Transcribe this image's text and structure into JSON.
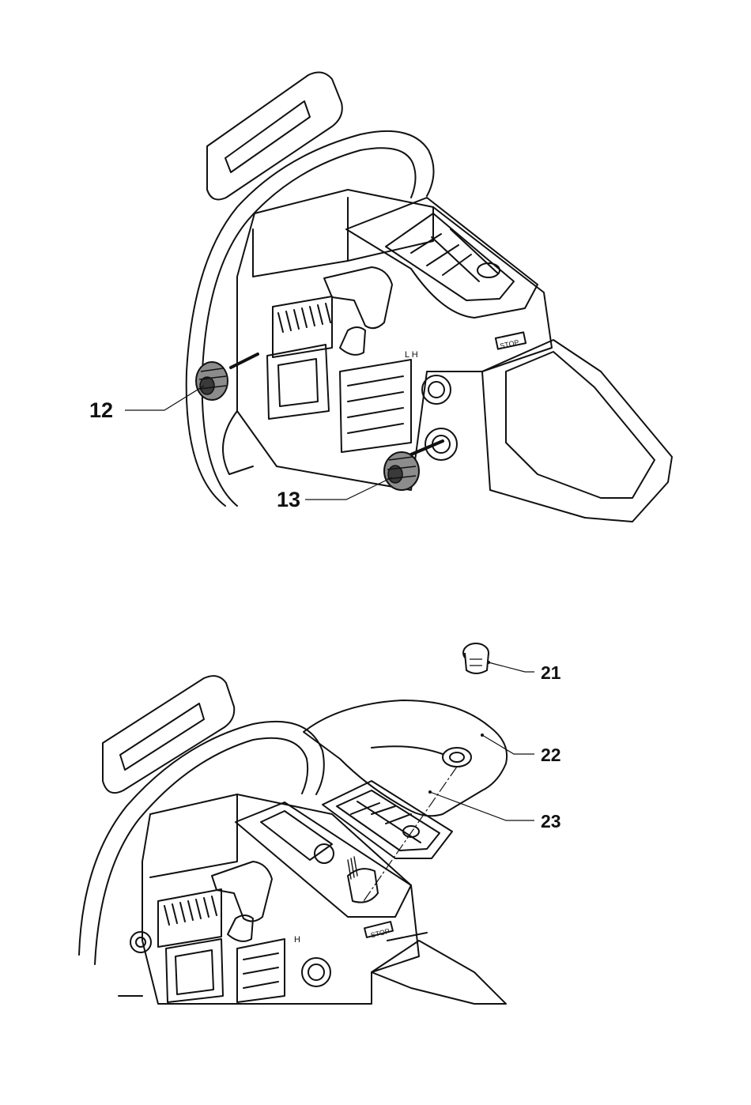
{
  "colors": {
    "ink": "#111111",
    "paper": "#ffffff",
    "plug_fill": "#8c8c8c",
    "plug_dark": "#3a3a3a"
  },
  "figure_top": {
    "labels": {
      "item_12": "12",
      "item_13": "13"
    },
    "markings": {
      "choke_letters": "L  H",
      "stop_label": "STOP"
    }
  },
  "figure_bottom": {
    "labels": {
      "item_21": "21",
      "item_22": "22",
      "item_23": "23"
    },
    "markings": {
      "choke_letters": "H",
      "stop_label": "STOP"
    }
  }
}
